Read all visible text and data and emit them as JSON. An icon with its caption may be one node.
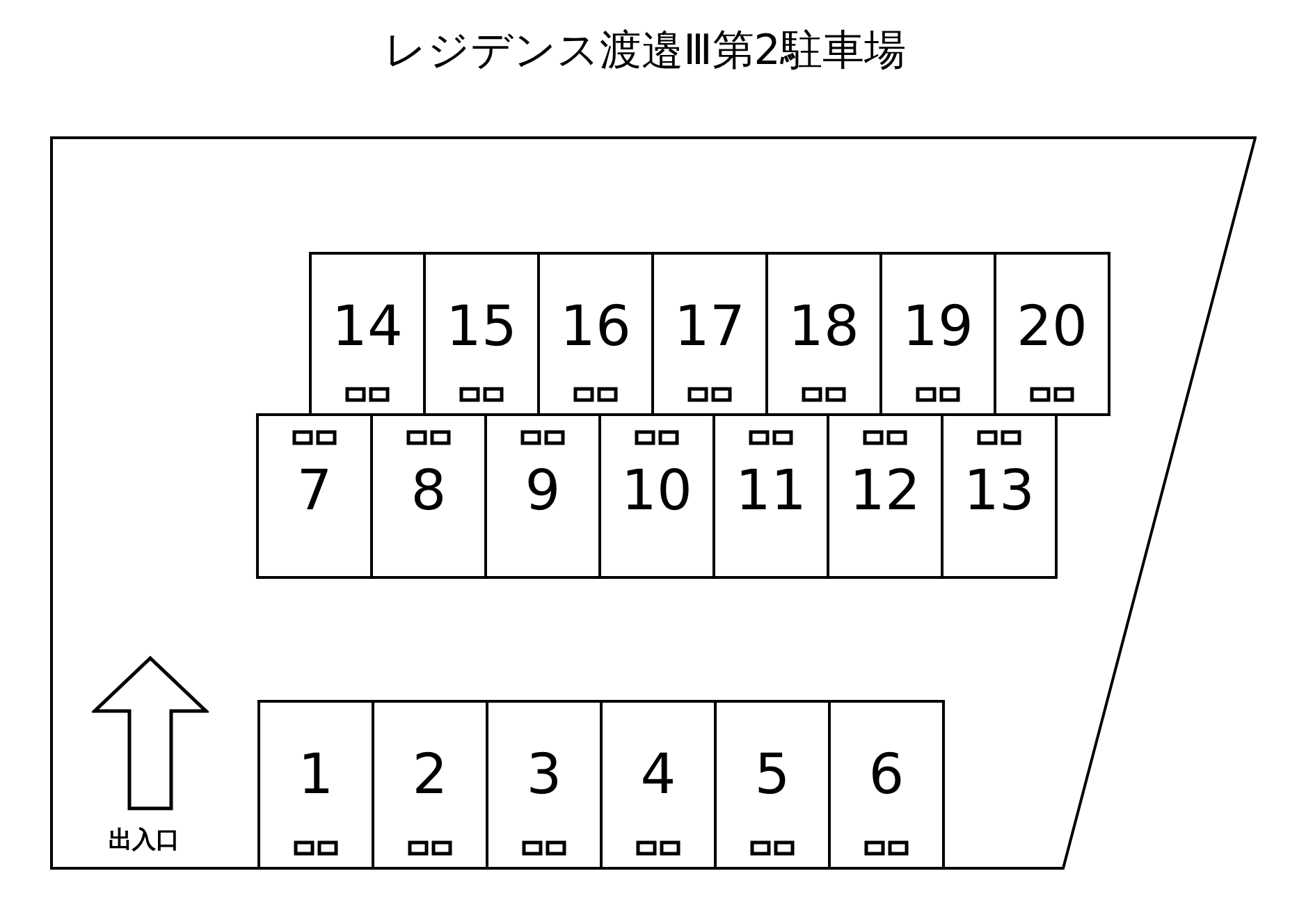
{
  "diagram": {
    "title": "レジデンス渡邉Ⅲ第2駐車場",
    "nodes": [
      {
        "text": [],
        "shape": "box"
      },
      {
        "text": [
          "14"
        ],
        "in": 0
      },
      {
        "text": [
          "15"
        ],
        "in": 0
      },
      {
        "text": [
          "16"
        ],
        "in": 0
      },
      {
        "text": [
          "17"
        ],
        "in": 0
      },
      {
        "text": [
          "18"
        ],
        "in": 0
      },
      {
        "text": [
          "19"
        ],
        "in": 0
      },
      {
        "text": [
          "20"
        ],
        "in": 0
      },
      {
        "text": [
          "7"
        ],
        "in": 0
      },
      {
        "text": [
          "8"
        ],
        "in": 0
      },
      {
        "text": [
          "9"
        ],
        "in": 0
      },
      {
        "text": [
          "10"
        ],
        "in": 0
      },
      {
        "text": [
          "11"
        ],
        "in": 0
      },
      {
        "text": [
          "12"
        ],
        "in": 0
      },
      {
        "text": [
          "13"
        ],
        "in": 0
      },
      {
        "text": [
          "1"
        ],
        "in": 0
      },
      {
        "text": [
          "2"
        ],
        "in": 0
      },
      {
        "text": [
          "3"
        ],
        "in": 0
      },
      {
        "text": [
          "4"
        ],
        "in": 0
      },
      {
        "text": [
          "5"
        ],
        "in": 0
      },
      {
        "text": [
          "6"
        ],
        "in": 0
      }
    ],
    "labels": [
      "出入口"
    ]
  }
}
